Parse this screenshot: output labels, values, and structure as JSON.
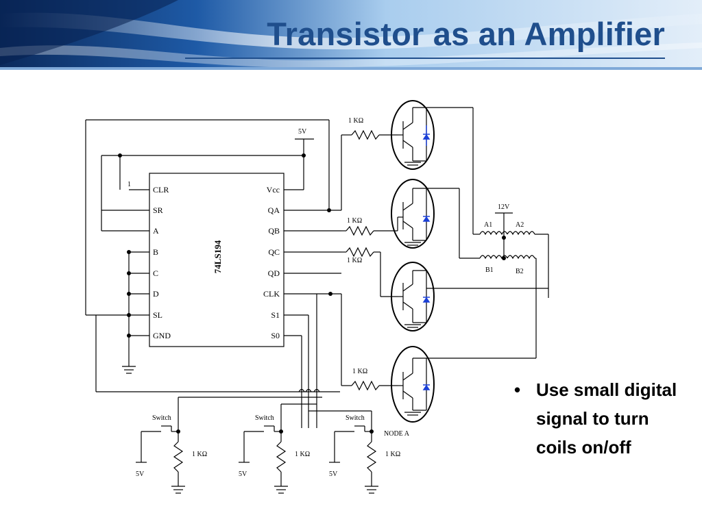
{
  "slide": {
    "title": "Transistor as an Amplifier",
    "bullets": [
      "Use small digital signal to turn coils on/off"
    ],
    "bullet_glyph": "•",
    "colors": {
      "title": "#1f4e8c",
      "header_dark": "#0b2a5c",
      "header_light": "#e3eef9",
      "diode": "#1a3fd6"
    }
  },
  "diagram": {
    "chip": {
      "name": "74LS194",
      "left_pins": [
        "CLR",
        "SR",
        "A",
        "B",
        "C",
        "D",
        "SL",
        "GND"
      ],
      "right_pins": [
        "Vcc",
        "QA",
        "QB",
        "QC",
        "QD",
        "CLK",
        "S1",
        "S0"
      ]
    },
    "labels": {
      "clr_tie": "1",
      "supply_top": "5V",
      "resistor": "1 KΩ",
      "coil_supply": "12V",
      "coil_a1": "A1",
      "coil_a2": "A2",
      "coil_b1": "B1",
      "coil_b2": "B2",
      "switch": "Switch",
      "switch_supply": "5V",
      "node": "NODE  A"
    }
  }
}
